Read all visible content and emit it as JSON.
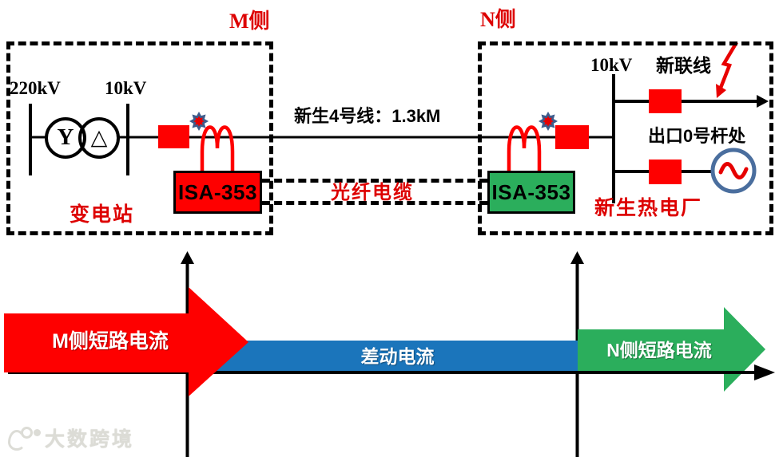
{
  "m_box": {
    "label": "M侧",
    "hv_voltage": "220kV",
    "lv_voltage": "10kV",
    "transformer_primary": "Y",
    "transformer_secondary": "△",
    "relay": "ISA-353",
    "name": "变电站"
  },
  "n_box": {
    "label": "N侧",
    "bus_voltage": "10kV",
    "link_line": "新联线",
    "outlet": "出口0号杆处",
    "relay": "ISA-353",
    "name": "新生热电厂"
  },
  "line_label": "新生4号线：1.3kM",
  "fiber_label": "光纤电缆",
  "flow": {
    "m_current": "M侧短路电流",
    "diff_current": "差动电流",
    "n_current": "N侧短路电流"
  },
  "watermark": "大数跨境",
  "icons": {
    "fault_star": "8-point-star-icon",
    "lightning": "lightning-arrow-icon",
    "generator": "sine-wave-icon",
    "ct_coil": "current-transformer-coil-icon"
  },
  "colors": {
    "shape_red": "#fe0000",
    "text_red": "#dd0000",
    "diff_blue": "#1b75bb",
    "arrow_green": "#2bae5c",
    "star_blue": "#3d5c8c",
    "generator_blue": "#4a6e9e"
  }
}
